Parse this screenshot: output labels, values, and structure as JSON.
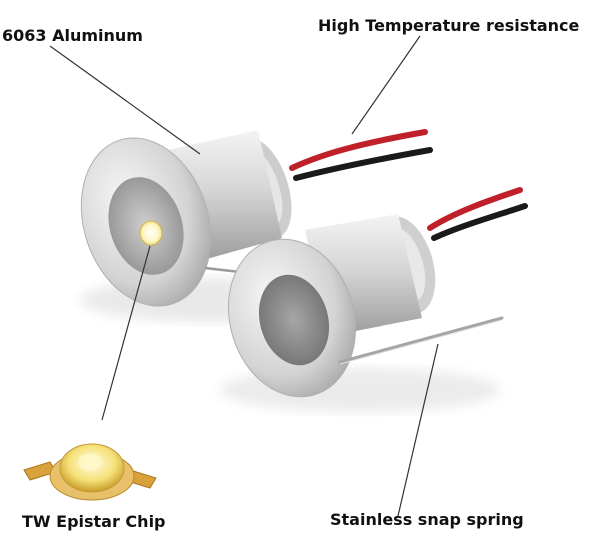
{
  "labels": {
    "aluminum": "6063 Aluminum",
    "temperature": "High Temperature resistance",
    "chip": "TW Epistar Chip",
    "spring": "Stainless snap spring"
  },
  "colors": {
    "aluminum_light": "#eeeeee",
    "aluminum_mid": "#c9c9c9",
    "aluminum_dark": "#9a9a9a",
    "wire_red": "#c0202a",
    "wire_black": "#1a1a1a",
    "chip_gold": "#d8a13a",
    "led_yellow": "#fff2a8",
    "leader_line": "#333333"
  },
  "icons": [
    "led-light-with-chip",
    "led-light-housing",
    "epistar-chip"
  ]
}
